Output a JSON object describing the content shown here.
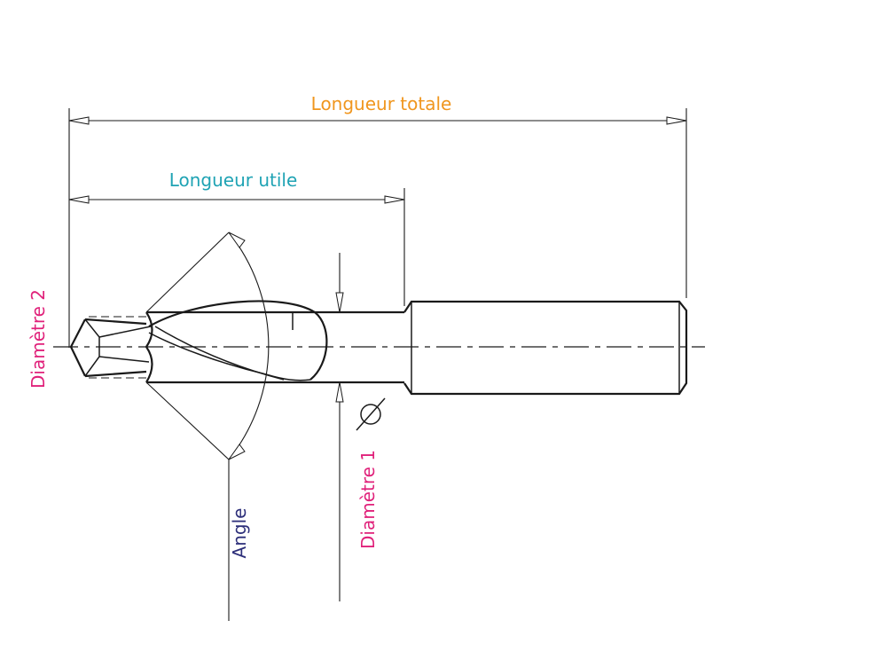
{
  "labels": {
    "longueur_totale": "Longueur totale",
    "longueur_utile": "Longueur utile",
    "diametre_2": "Diamètre 2",
    "diametre_1": "Diamètre 1",
    "angle": "Angle",
    "diameter_symbol": "Ø"
  },
  "colors": {
    "longueur_totale": "#f0961e",
    "longueur_utile": "#1fa3b4",
    "diametre": "#e0217a",
    "angle": "#2d2f7a",
    "drawing": "#1a1a1a"
  }
}
